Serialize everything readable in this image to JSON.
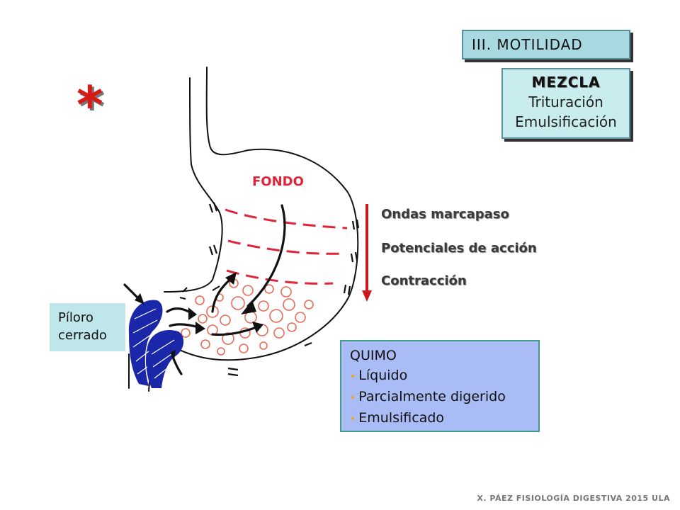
{
  "title": "III. MOTILIDAD",
  "mezcla": {
    "heading": "MEZCLA",
    "items": [
      "Trituración",
      "Emulsificación"
    ]
  },
  "sequence": [
    "Ondas marcapaso",
    "Potenciales de acción",
    "Contracción"
  ],
  "fondo_label": "FONDO",
  "piloro": {
    "line1": "Píloro",
    "line2": "cerrado"
  },
  "quimo": {
    "heading": "QUIMO",
    "items": [
      "Líquido",
      "Parcialmente digerido",
      "Emulsificado"
    ]
  },
  "star": "*",
  "footer": "X. PÁEZ   FISIOLOGÍA DIGESTIVA 2015   ULA",
  "colors": {
    "sequence_arrow": "#cc1a1a",
    "wave_lines": "#e0243a",
    "pylorus": "#1a27a8",
    "chyme": "#e86a55",
    "quimo_bullet": "#f0a21a"
  }
}
